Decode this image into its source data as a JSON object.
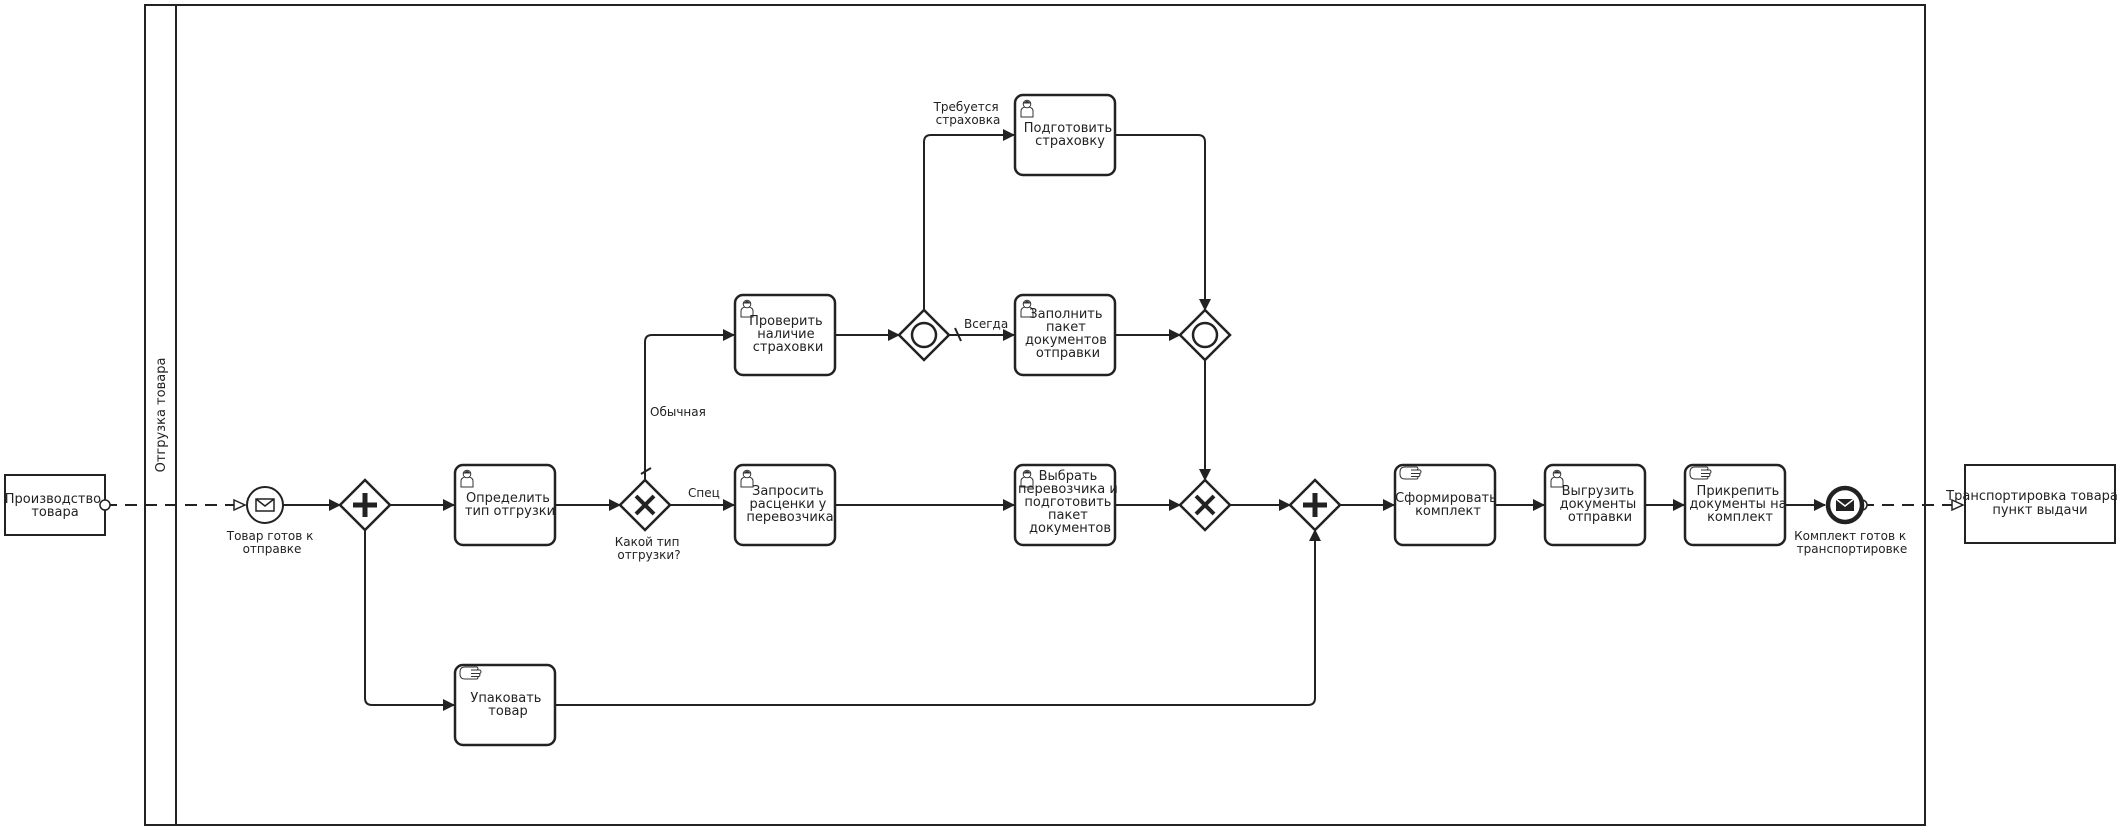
{
  "pool_title": "Отгрузка товара",
  "external": {
    "production": [
      "Производство",
      "товара"
    ],
    "transport": [
      "Транспортировка товара в",
      "пункт выдачи"
    ]
  },
  "events": {
    "start": [
      "Товар готов к",
      "отправке"
    ],
    "end": [
      "Комплект готов к",
      "транспортировке"
    ]
  },
  "gateways": {
    "type_question": [
      "Какой тип",
      "отгрузки?"
    ]
  },
  "flow_labels": {
    "normal": "Обычная",
    "special": "Спец",
    "always": "Всегда",
    "insurance_required": [
      "Требуется",
      "страховка"
    ]
  },
  "tasks": {
    "determine_type": [
      "Определить",
      "тип отгрузки"
    ],
    "check_insurance": [
      "Проверить",
      "наличие",
      "страховки"
    ],
    "request_rates": [
      "Запросить",
      "расценки у",
      "перевозчика"
    ],
    "prepare_insurance": [
      "Подготовить",
      "страховку"
    ],
    "fill_package": [
      "Заполнить",
      "пакет",
      "документов",
      "отправки"
    ],
    "choose_carrier": [
      "Выбрать",
      "перевозчика и",
      "подготовить",
      "пакет",
      "документов"
    ],
    "pack_goods": [
      "Упаковать",
      "товар"
    ],
    "form_set": [
      "Сформировать",
      "комплект"
    ],
    "export_docs": [
      "Выгрузить",
      "документы",
      "отправки"
    ],
    "attach_docs": [
      "Прикрепить",
      "документы на",
      "комплект"
    ]
  }
}
